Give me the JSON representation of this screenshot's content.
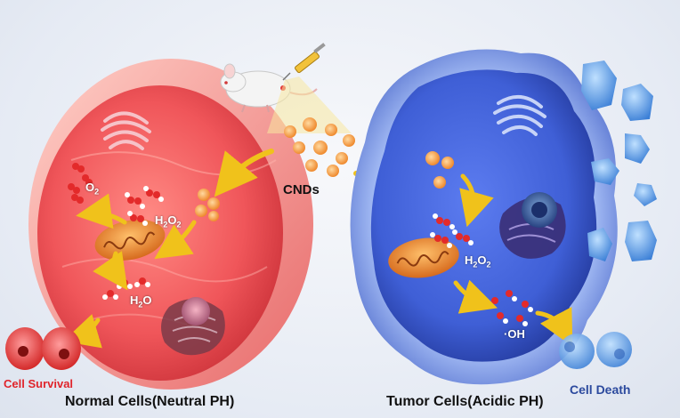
{
  "labels": {
    "cnds": "CNDs",
    "o2_base": "O",
    "o2_sub": "2",
    "h2o2_left_base": "H",
    "h2o2_left_sub1": "2",
    "h2o2_left_mid": "O",
    "h2o2_left_sub2": "2",
    "h2o_base": "H",
    "h2o_sub": "2",
    "h2o_end": "O",
    "h2o2_right_base": "H",
    "h2o2_right_sub1": "2",
    "h2o2_right_mid": "O",
    "h2o2_right_sub2": "2",
    "oh": "·OH",
    "cell_survival": "Cell Survival",
    "cell_death": "Cell Death",
    "normal_caption": "Normal Cells(Neutral PH)",
    "tumor_caption": "Tumor Cells(Acidic PH)"
  },
  "colors": {
    "normal_cell": "#f0565a",
    "tumor_cell": "#3f5fd6",
    "arrow": "#f0c21b",
    "nanodot": "#f5a04a",
    "oxygen_atom": "#e32a2a",
    "hydrogen_atom": "#ffffff",
    "survival_text": "#e0242b",
    "death_text": "#2c4a9e"
  }
}
